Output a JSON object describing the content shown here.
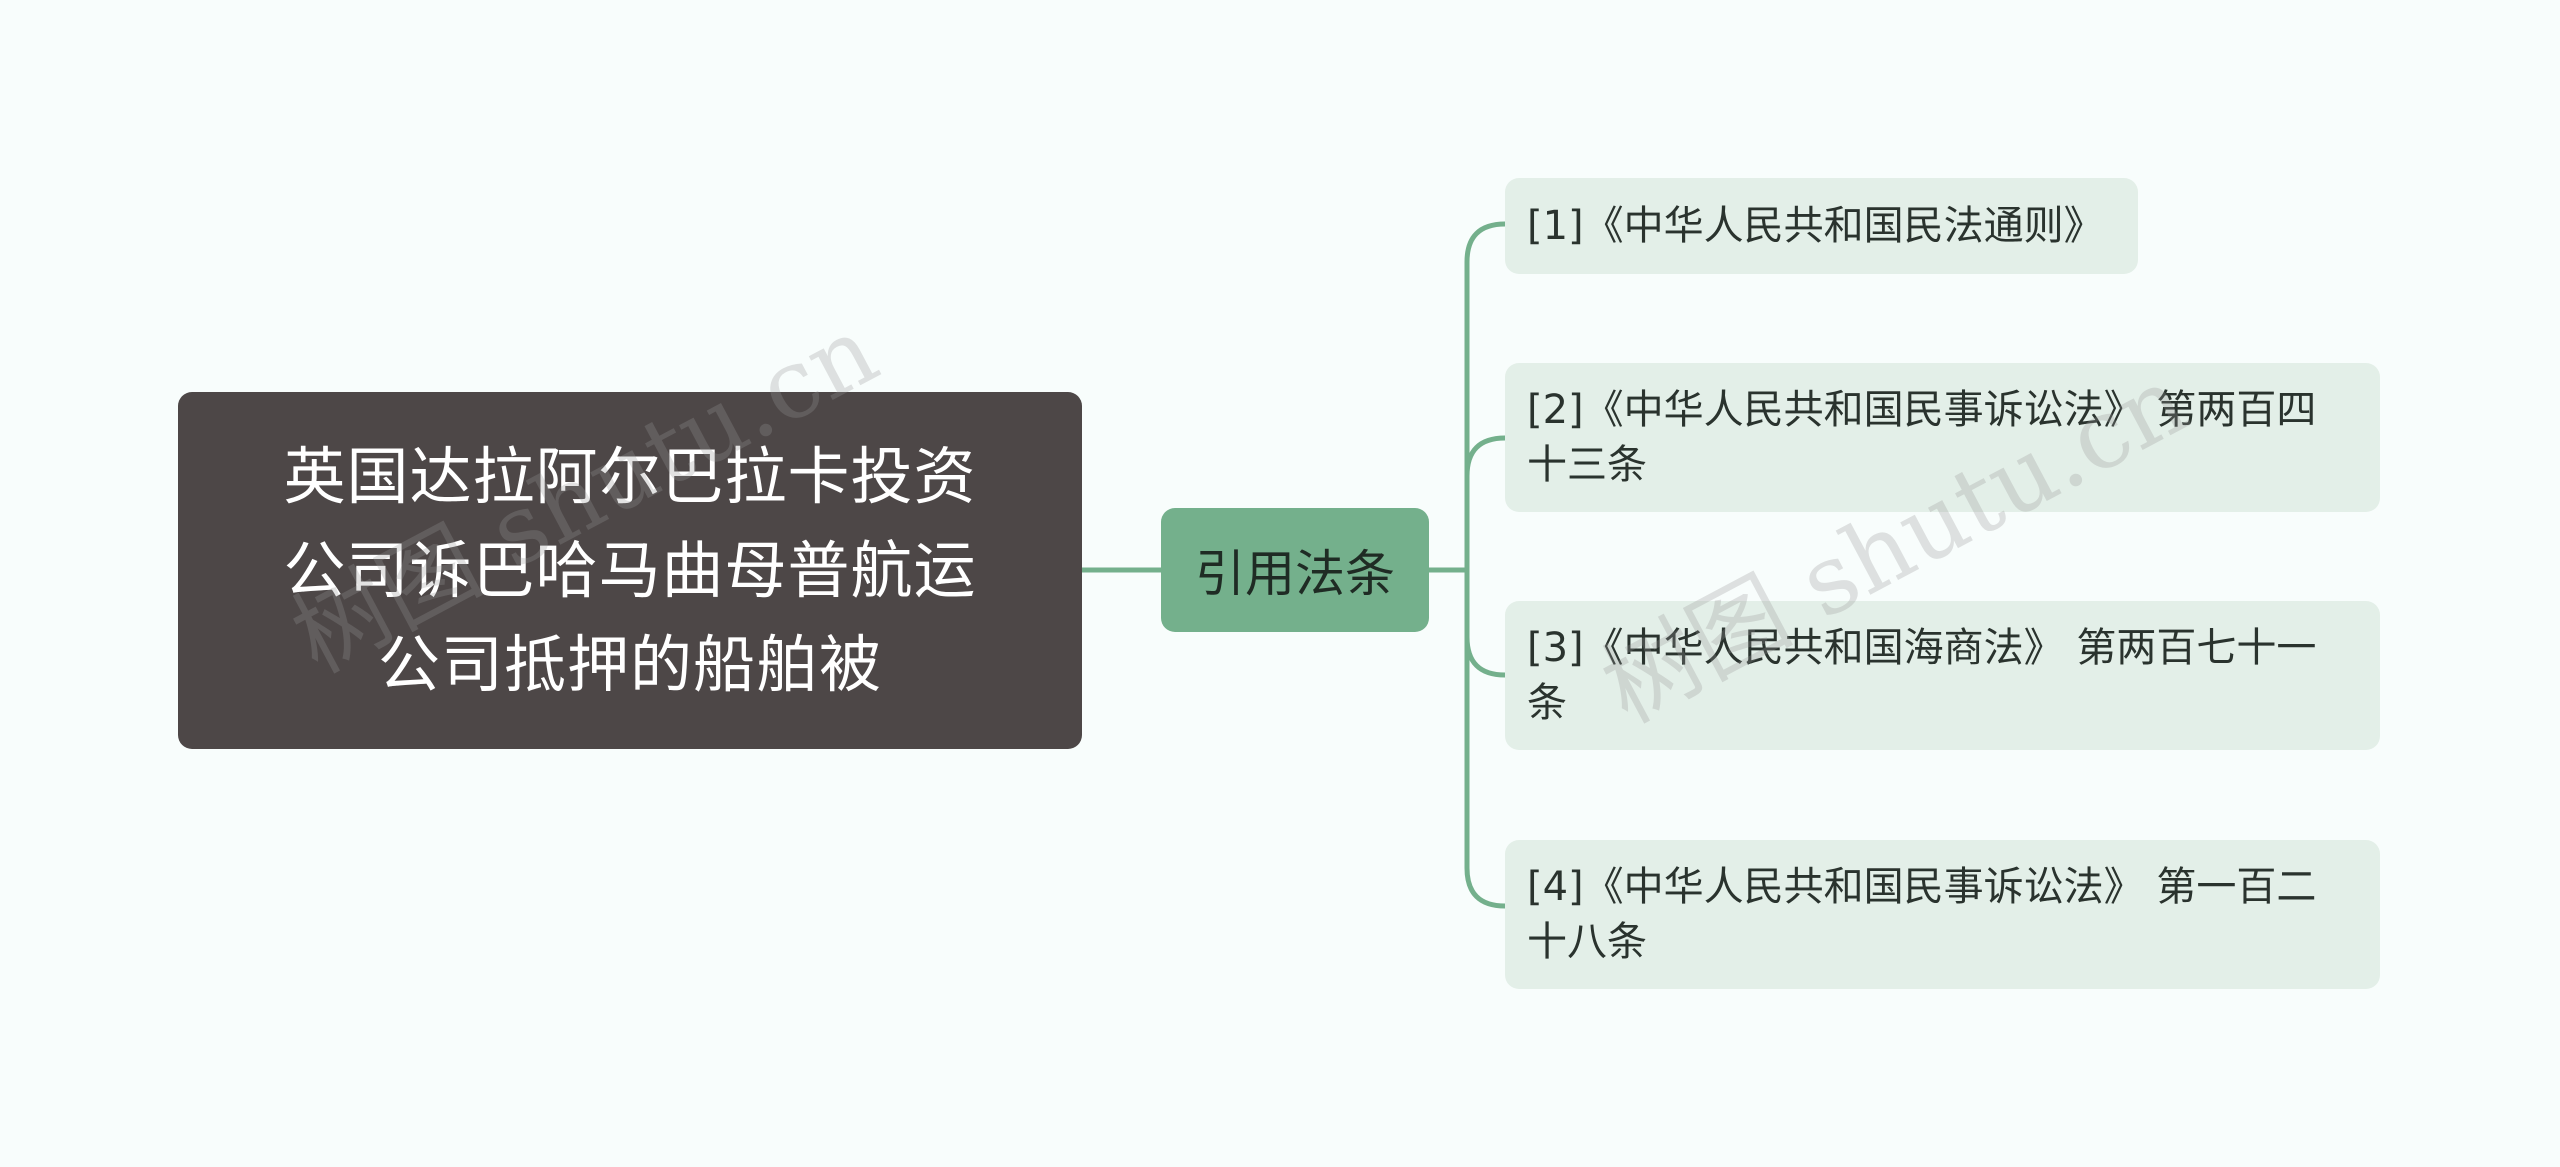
{
  "root": {
    "lines": [
      "英国达拉阿尔巴拉卡投资",
      "公司诉巴哈马曲母普航运",
      "公司抵押的船舶被"
    ]
  },
  "branch": {
    "label": "引用法条"
  },
  "leaves": [
    {
      "lines": [
        "[1]《中华人民共和国民法通则》"
      ]
    },
    {
      "lines": [
        "[2]《中华人民共和国民事诉讼法》 第两百四",
        "十三条"
      ]
    },
    {
      "lines": [
        "[3]《中华人民共和国海商法》 第两百七十一",
        "条"
      ]
    },
    {
      "lines": [
        "[4]《中华人民共和国民事诉讼法》 第一百二",
        "十八条"
      ]
    }
  ],
  "watermarks": [
    "树图 shutu.cn",
    "树图 shutu.cn"
  ],
  "colors": {
    "root_bg": "#4d4747",
    "branch_bg": "#74b08c",
    "leaf_bg": "#e3efe8",
    "connector": "#74b08c",
    "background": "#f8fdfc"
  }
}
